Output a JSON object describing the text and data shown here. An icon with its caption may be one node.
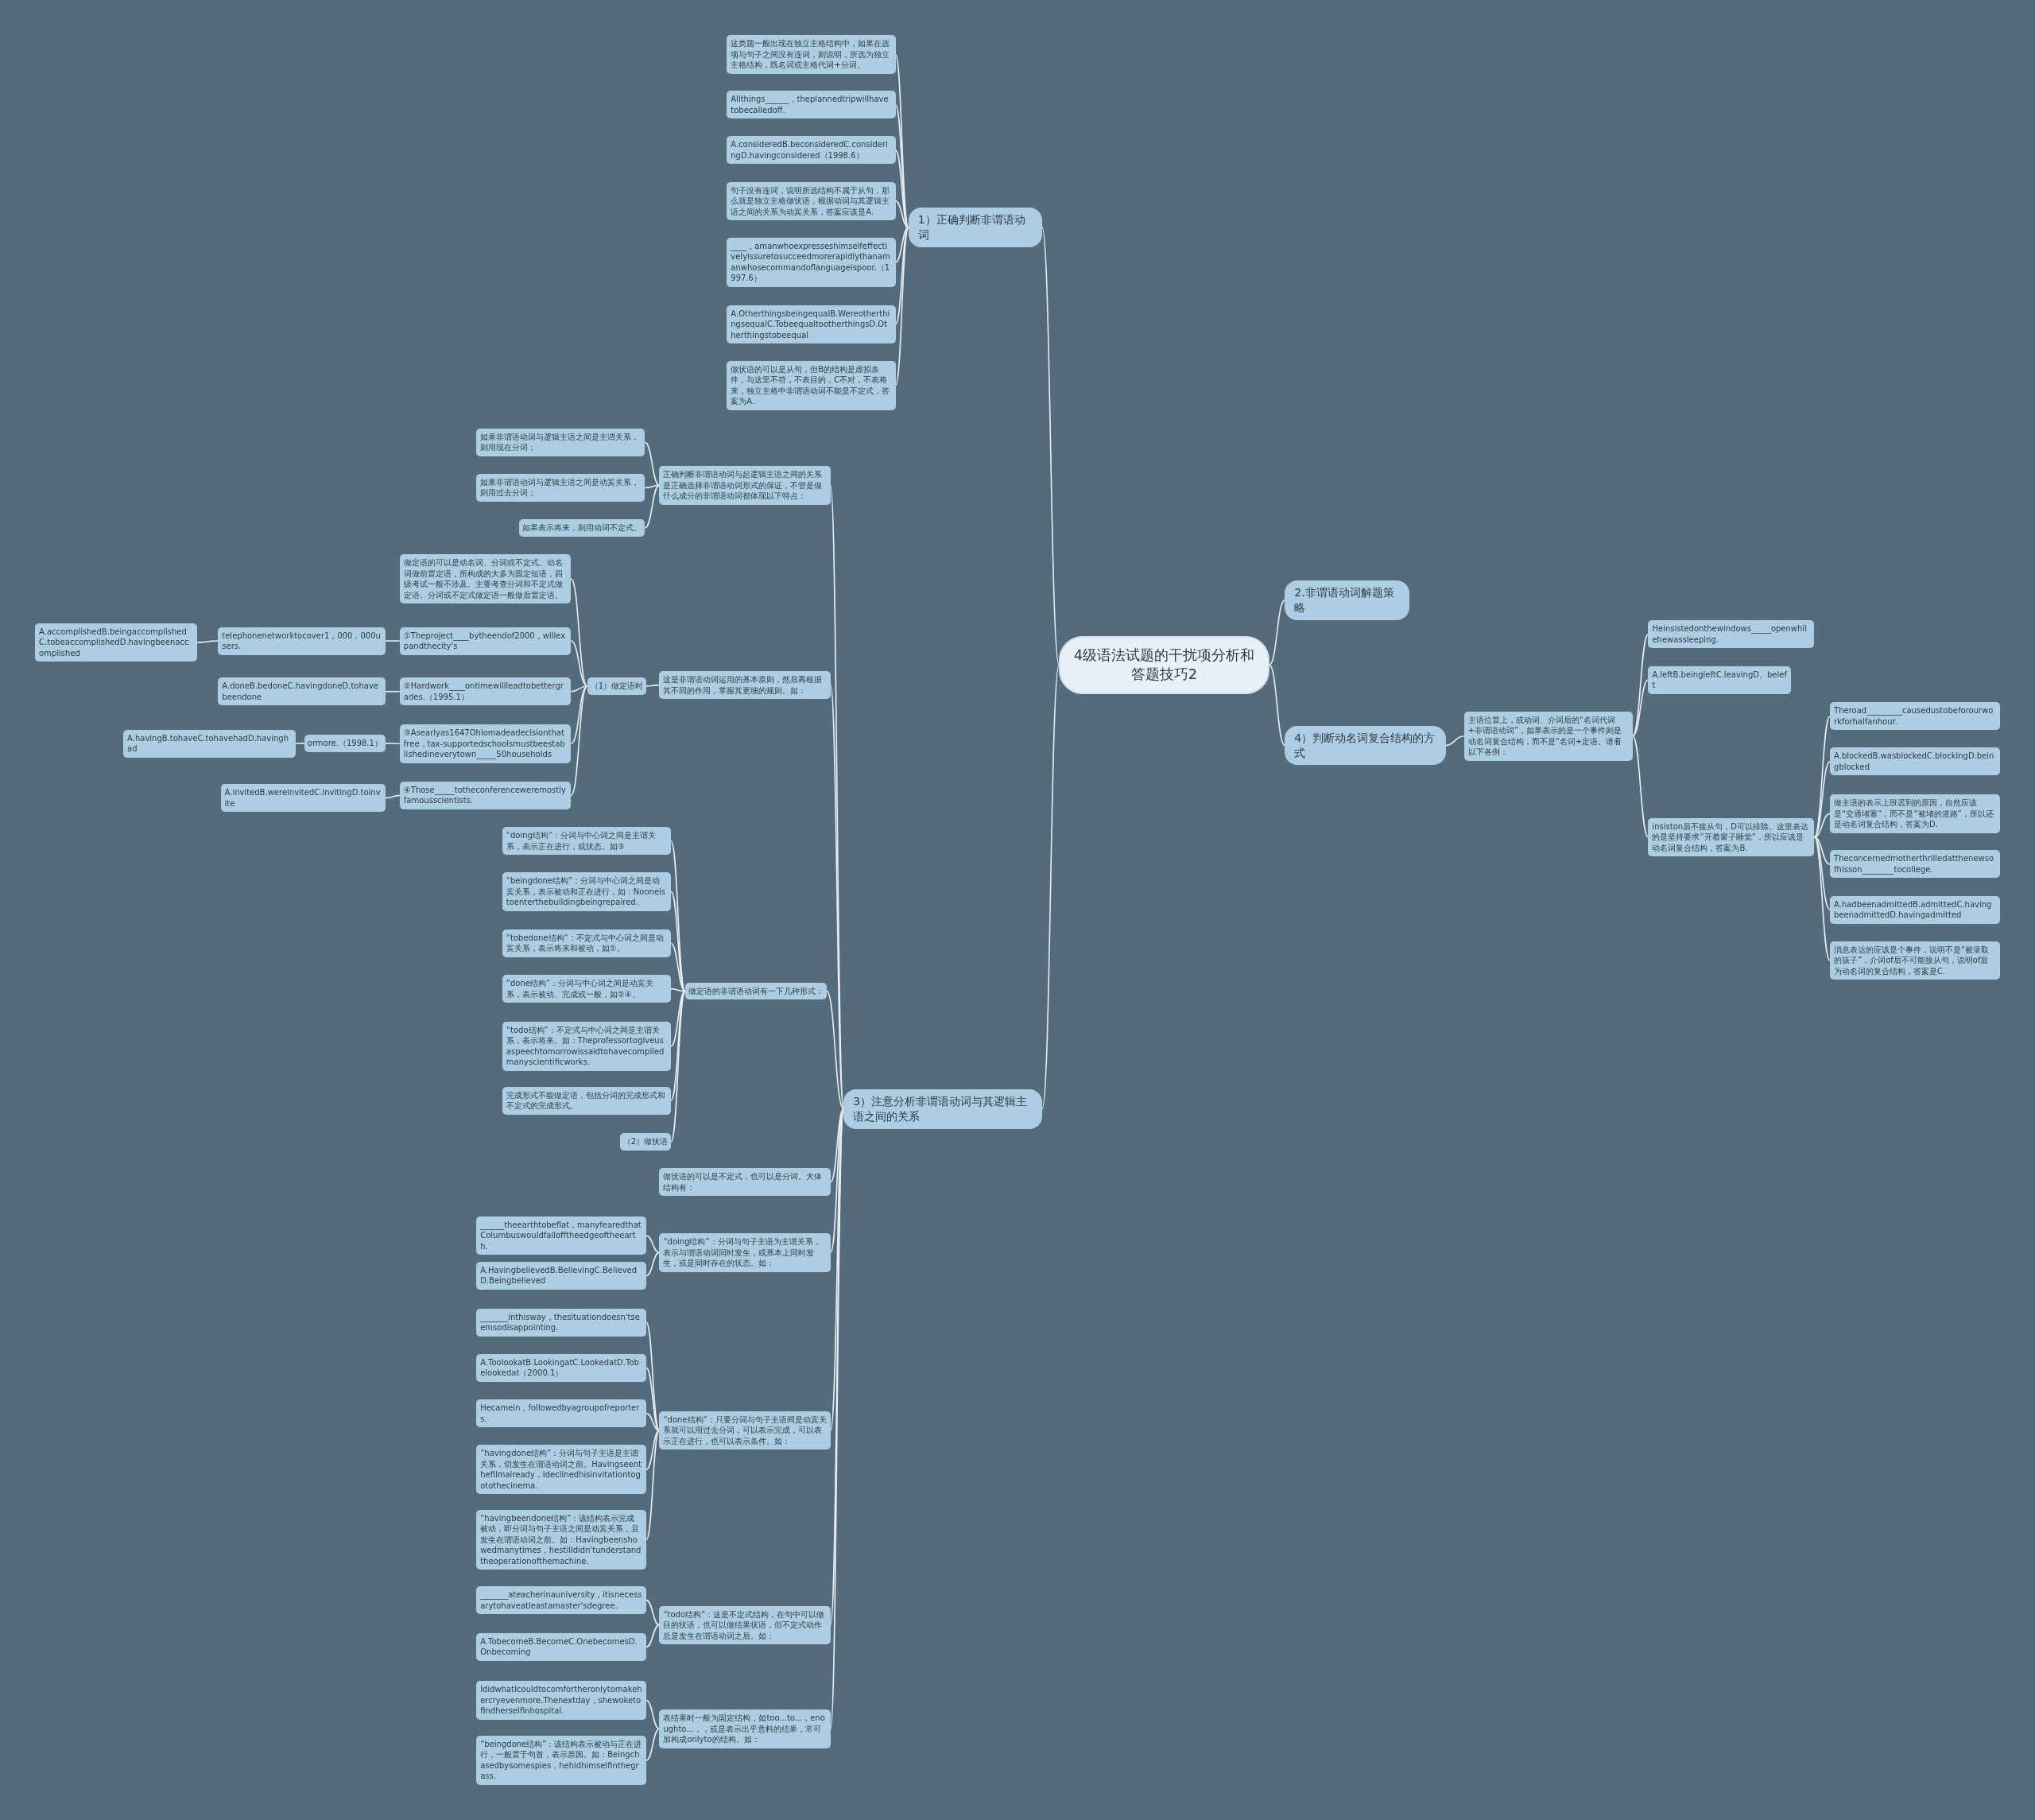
{
  "diagram": {
    "nodes": [
      {
        "text": [
          "4级语法试题的干扰项分析和答题技巧2"
        ]
      },
      {
        "text": [
          "1）正确判断非谓语动词"
        ]
      },
      {
        "text": [
          "这类题一般出现在独立主格结构中，如果在选项与句子之间没有连词，则说明，所选为独立主格结构，既名词或主格代词+分词。"
        ]
      },
      {
        "text": [
          "Allthings______，theplannedtripwillhavetobecalledoff."
        ]
      },
      {
        "text": [
          "A.consideredB.beconsideredC.consideringD.havingconsidered（1998.6）"
        ]
      },
      {
        "text": [
          "句子没有连词，说明所选结构不属于从句，那么就是独立主格做状语，根据动词与其逻辑主语之间的关系为动宾关系，答案应该是A."
        ]
      },
      {
        "text": [
          "____，amanwhoexpresseshimselfeffectivelyissuretosucceedmorerapidlythanamanwhosecommandoflanguageispoor.（1997.6）"
        ]
      },
      {
        "text": [
          "A.OtherthingsbeingequalB.WereotherthingsequalC.TobeequaltootherthingsD.Otherthingstobeequal"
        ]
      },
      {
        "text": [
          "做状语的可以是从句，但B的结构是虚拟条件，与这里不符，不表目的，C不对，不表将来，独立主格中非谓语动词不能是不定式，答案为A."
        ]
      },
      {
        "text": [
          "2.非谓语动词解题策略"
        ]
      },
      {
        "text": [
          "4）判断动名词复合结构的方式"
        ]
      },
      {
        "text": [
          "主语位置上，或动词、介词后的“名词代词+非谓语动词”，如果表示的是一个事件则是动名词复合结构，而不是“名词+定语。请看以下各例："
        ]
      },
      {
        "text": [
          "Heinsistedonthewindows_____openwhilehewassleeping."
        ]
      },
      {
        "text": [
          "A.leftB.beingleftC.leavingD。beleft"
        ]
      },
      {
        "text": [
          "insiston后不接从句，D可以排除。这里表达的是坚持要求“开着窗子睡觉”，所以应该是动名词复合结构，答案为B."
        ]
      },
      {
        "text": [
          "Theroad_________causedustobeforourworkforhalfanhour."
        ]
      },
      {
        "text": [
          "A.blockedB.wasblockedC.blockingD.beingblocked"
        ]
      },
      {
        "text": [
          "做主语的表示上班迟到的原因，自然应该是“交通堵塞”，而不是“被堵的道路”，所以还是动名词复合结构，答案为D."
        ]
      },
      {
        "text": [
          "Theconcernedmotherthrilledatthenewsofhisson________tocollege."
        ]
      },
      {
        "text": [
          "A.hadbeenadmittedB.admittedC.havingbeenadmittedD.havingadmitted"
        ]
      },
      {
        "text": [
          "消息表达的应该是个事件，说明不是“被录取的孩子”，介词of后不可能接从句，说明of后为动名词的复合结构，答案是C."
        ]
      },
      {
        "text": [
          "3）注意分析非谓语动词与其逻辑主语之间的关系"
        ]
      },
      {
        "text": [
          "正确判断非谓语动词与起逻辑主语之间的关系是正确选择非谓语动词形式的保证，不管是做什么成分的非谓语动词都体现以下特点："
        ]
      },
      {
        "text": [
          "如果非谓语动词与逻辑主语之间是主谓关系，则用现在分词；"
        ]
      },
      {
        "text": [
          "如果非谓语动词与逻辑主语之间是动宾关系，则用过去分词；"
        ]
      },
      {
        "text": [
          "如果表示将来，则用动词不定式。"
        ]
      },
      {
        "text": [
          "这是非谓语动词运用的基本原则，然后再根据其不同的作用，掌握其更细的规则。如："
        ]
      },
      {
        "text": [
          "（1）做定语时"
        ]
      },
      {
        "text": [
          "做定语的可以是动名词、分词或不定式。动名词做前置定语，所构成的大多为固定短语，四级考试一般不涉及。主要考查分词和不定式做定语。分词或不定式做定语一般做后置定语。"
        ]
      },
      {
        "text": [
          "①Theproject____bytheendof2000，willexpandthecity's"
        ]
      },
      {
        "text": [
          "telephonenetworktocover1，000，000users."
        ]
      },
      {
        "text": [
          "A.accomplishedB.beingaccomplishedC.tobeaccomplishedD.havingbeenaccomplished"
        ]
      },
      {
        "text": [
          "②Hardwork____ontimewillleadtobettergrades.（1995.1）"
        ]
      },
      {
        "text": [
          "A.doneB.bedoneC.havingdoneD.tohavebeendone"
        ]
      },
      {
        "text": [
          "③Asearlyas1647Ohiomadeadecisionthatfree，tax-supportedschoolsmustbeestablishedineverytown_____50households"
        ]
      },
      {
        "text": [
          "ormore.（1998.1）"
        ]
      },
      {
        "text": [
          "A.havingB.tohaveC.tohavehadD.havinghad"
        ]
      },
      {
        "text": [
          "④Those_____totheconferenceweremostlyfamousscientists."
        ]
      },
      {
        "text": [
          "A.invitedB.wereinvitedC.invitingD.toinvite"
        ]
      },
      {
        "text": [
          "做定语的非谓语动词有一下几种形式："
        ]
      },
      {
        "text": [
          "“doing结构”：分词与中心词之间是主谓关系，表示正在进行，或状态。如③"
        ]
      },
      {
        "text": [
          "“beingdone结构”：分词与中心词之间是动宾关系，表示被动和正在进行，如：Nooneistoenterthebuildingbeingrepaired."
        ]
      },
      {
        "text": [
          "“tobedone结构”：不定式与中心词之间是动宾关系，表示将来和被动，如①。"
        ]
      },
      {
        "text": [
          "“done结构”：分词与中心词之间是动宾关系，表示被动、完成或一般，如②④。"
        ]
      },
      {
        "text": [
          "“todo结构”：不定式与中心词之间是主谓关系，表示将来。如：Theprofessortogiveusaspeechtomorrowissaidtohavecompiledmanyscientificworks."
        ]
      },
      {
        "text": [
          "完成形式不能做定语，包括分词的完成形式和不定式的完成形式。"
        ]
      },
      {
        "text": [
          "（2）做状语"
        ]
      },
      {
        "text": [
          "做状语的可以是不定式，也可以是分词。大体结构有："
        ]
      },
      {
        "text": [
          "“doing结构”：分词与句子主语为主谓关系，表示与谓语动词同时发生，或基本上同时发生，或是同时存在的状态。如："
        ]
      },
      {
        "text": [
          "______theearthtobeflat，manyfearedthatColumbuswouldfallofftheedgeoftheearth."
        ]
      },
      {
        "text": [
          "A.HavingbelievedB.BelievingC.BelievedD.Beingbelieved"
        ]
      },
      {
        "text": [
          "“done结构”：只要分词与句子主语间是动宾关系就可以用过去分词，可以表示完成，可以表示正在进行，也可以表示条件。如："
        ]
      },
      {
        "text": [
          "_______inthisway，thesituationdoesn'tseemsodisappointing."
        ]
      },
      {
        "text": [
          "A.ToolookatB.LookingatC.LookedatD.Tobelookedat（2000.1）"
        ]
      },
      {
        "text": [
          "Hecamein，followedbyagroupofreporters."
        ]
      },
      {
        "text": [
          "“havingdone结构”：分词与句子主语是主谓关系，切发生在谓语动词之前。Havingseenthefilmalready，Ideclinedhisinvitationtogotothecinema."
        ]
      },
      {
        "text": [
          "“havingbeendone结构”：该结构表示完成被动，即分词与句子主语之间是动宾关系，且发生在谓语动词之前。如：Havingbeenshowedmanytimes，hestilldidn'tunderstandtheoperationofthemachine."
        ]
      },
      {
        "text": [
          "“todo结构”：这是不定式结构，在句中可以做目的状语，也可以做结果状语，但不定式动作总是发生在谓语动词之后。如："
        ]
      },
      {
        "text": [
          "_______ateacherinauniversity，itisnecessarytohaveatleastamaster'sdegree."
        ]
      },
      {
        "text": [
          "A.TobecomeB.BecomeC.OnebecomesD.Onbecoming"
        ]
      },
      {
        "text": [
          "表结果时一般为固定结构，如too...to...，enoughto...，，或是表示出乎意料的结果，常可加构成onlyto的结构。如："
        ]
      },
      {
        "text": [
          "IdidwhatIcouldtocomfortheronlytomakehercryevenmore.Thenextday，shewoketofindherselfinhospital."
        ]
      },
      {
        "text": [
          "“beingdone结构”：该结构表示被动与正在进行，一般置于句首，表示原因。如：Beingchasedbysomespies，hehidhimselfinthegrass."
        ]
      }
    ],
    "edges": [
      {
        "from": 0,
        "to": 1,
        "arrow": "none"
      },
      {
        "from": 0,
        "to": 9,
        "arrow": "none"
      },
      {
        "from": 0,
        "to": 10,
        "arrow": "none"
      },
      {
        "from": 0,
        "to": 21,
        "arrow": "none"
      },
      {
        "from": 1,
        "to": 2,
        "arrow": "none"
      },
      {
        "from": 1,
        "to": 3,
        "arrow": "none"
      },
      {
        "from": 1,
        "to": 4,
        "arrow": "none"
      },
      {
        "from": 1,
        "to": 5,
        "arrow": "none"
      },
      {
        "from": 1,
        "to": 6,
        "arrow": "none"
      },
      {
        "from": 1,
        "to": 7,
        "arrow": "none"
      },
      {
        "from": 1,
        "to": 8,
        "arrow": "none"
      },
      {
        "from": 10,
        "to": 11,
        "arrow": "none"
      },
      {
        "from": 11,
        "to": 12,
        "arrow": "none"
      },
      {
        "from": 11,
        "to": 13,
        "arrow": "none"
      },
      {
        "from": 11,
        "to": 14,
        "arrow": "none"
      },
      {
        "from": 14,
        "to": 15,
        "arrow": "none"
      },
      {
        "from": 14,
        "to": 16,
        "arrow": "none"
      },
      {
        "from": 14,
        "to": 17,
        "arrow": "none"
      },
      {
        "from": 14,
        "to": 18,
        "arrow": "none"
      },
      {
        "from": 14,
        "to": 19,
        "arrow": "none"
      },
      {
        "from": 14,
        "to": 20,
        "arrow": "none"
      },
      {
        "from": 21,
        "to": 22,
        "arrow": "none"
      },
      {
        "from": 21,
        "to": 26,
        "arrow": "none"
      },
      {
        "from": 21,
        "to": 39,
        "arrow": "none"
      },
      {
        "from": 21,
        "to": 47,
        "arrow": "none"
      },
      {
        "from": 21,
        "to": 48,
        "arrow": "none"
      },
      {
        "from": 21,
        "to": 51,
        "arrow": "none"
      },
      {
        "from": 21,
        "to": 57,
        "arrow": "none"
      },
      {
        "from": 21,
        "to": 60,
        "arrow": "none"
      },
      {
        "from": 22,
        "to": 23,
        "arrow": "none"
      },
      {
        "from": 22,
        "to": 24,
        "arrow": "none"
      },
      {
        "from": 22,
        "to": 25,
        "arrow": "none"
      },
      {
        "from": 26,
        "to": 27,
        "arrow": "none"
      },
      {
        "from": 27,
        "to": 28,
        "arrow": "none"
      },
      {
        "from": 27,
        "to": 29,
        "arrow": "none"
      },
      {
        "from": 27,
        "to": 32,
        "arrow": "none"
      },
      {
        "from": 27,
        "to": 34,
        "arrow": "none"
      },
      {
        "from": 27,
        "to": 37,
        "arrow": "none"
      },
      {
        "from": 29,
        "to": 30,
        "arrow": "none"
      },
      {
        "from": 30,
        "to": 31,
        "arrow": "none"
      },
      {
        "from": 32,
        "to": 33,
        "arrow": "none"
      },
      {
        "from": 34,
        "to": 35,
        "arrow": "none"
      },
      {
        "from": 35,
        "to": 36,
        "arrow": "none"
      },
      {
        "from": 37,
        "to": 38,
        "arrow": "none"
      },
      {
        "from": 39,
        "to": 40,
        "arrow": "none"
      },
      {
        "from": 39,
        "to": 41,
        "arrow": "none"
      },
      {
        "from": 39,
        "to": 42,
        "arrow": "none"
      },
      {
        "from": 39,
        "to": 43,
        "arrow": "none"
      },
      {
        "from": 39,
        "to": 44,
        "arrow": "none"
      },
      {
        "from": 39,
        "to": 45,
        "arrow": "none"
      },
      {
        "from": 39,
        "to": 46,
        "arrow": "none"
      },
      {
        "from": 48,
        "to": 49,
        "arrow": "none"
      },
      {
        "from": 48,
        "to": 50,
        "arrow": "none"
      },
      {
        "from": 51,
        "to": 52,
        "arrow": "none"
      },
      {
        "from": 51,
        "to": 53,
        "arrow": "none"
      },
      {
        "from": 51,
        "to": 54,
        "arrow": "none"
      },
      {
        "from": 51,
        "to": 55,
        "arrow": "none"
      },
      {
        "from": 51,
        "to": 56,
        "arrow": "none"
      },
      {
        "from": 57,
        "to": 58,
        "arrow": "none"
      },
      {
        "from": 57,
        "to": 59,
        "arrow": "none"
      },
      {
        "from": 60,
        "to": 61,
        "arrow": "none"
      },
      {
        "from": 60,
        "to": 62,
        "arrow": "none"
      }
    ]
  }
}
